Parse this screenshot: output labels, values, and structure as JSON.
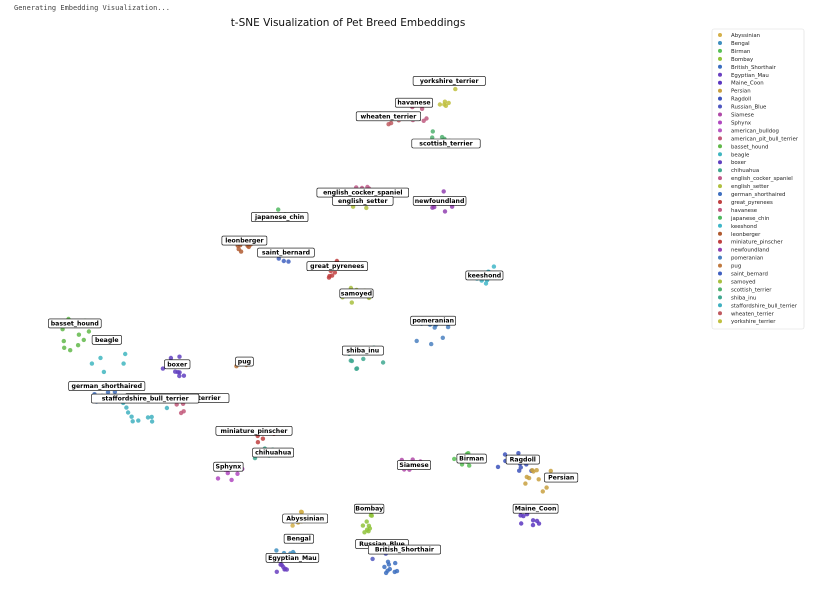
{
  "status_text": "Generating Embedding Visualization...",
  "chart_data": {
    "type": "scatter",
    "title": "t-SNE Visualization of Pet Breed Embeddings",
    "xlabel": "",
    "ylabel": "",
    "axes_visible": false,
    "legend_position": "top-right",
    "legend": [
      {
        "name": "Abyssinian",
        "color": "#d4b04a"
      },
      {
        "name": "Bengal",
        "color": "#3f8fbf"
      },
      {
        "name": "Birman",
        "color": "#58c055"
      },
      {
        "name": "Bombay",
        "color": "#8fc33a"
      },
      {
        "name": "British_Shorthair",
        "color": "#3c6fc0"
      },
      {
        "name": "Egyptian_Mau",
        "color": "#6a40c0"
      },
      {
        "name": "Maine_Coon",
        "color": "#5a36c0"
      },
      {
        "name": "Persian",
        "color": "#c8a040"
      },
      {
        "name": "Ragdoll",
        "color": "#3c52bb"
      },
      {
        "name": "Russian_Blue",
        "color": "#5058c0"
      },
      {
        "name": "Siamese",
        "color": "#b04aa8"
      },
      {
        "name": "Sphynx",
        "color": "#b048c0"
      },
      {
        "name": "american_bulldog",
        "color": "#b858c2"
      },
      {
        "name": "american_pit_bull_terrier",
        "color": "#c2587a"
      },
      {
        "name": "basset_hound",
        "color": "#62b84a"
      },
      {
        "name": "beagle",
        "color": "#40b6c0"
      },
      {
        "name": "boxer",
        "color": "#6040c0"
      },
      {
        "name": "chihuahua",
        "color": "#40a890"
      },
      {
        "name": "english_cocker_spaniel",
        "color": "#c05a8a"
      },
      {
        "name": "english_setter",
        "color": "#b0c040"
      },
      {
        "name": "german_shorthaired",
        "color": "#4070c0"
      },
      {
        "name": "great_pyrenees",
        "color": "#c04040"
      },
      {
        "name": "havanese",
        "color": "#c05a80"
      },
      {
        "name": "japanese_chin",
        "color": "#50b860"
      },
      {
        "name": "keeshond",
        "color": "#40b6c8"
      },
      {
        "name": "leonberger",
        "color": "#b05a30"
      },
      {
        "name": "miniature_pinscher",
        "color": "#c04040"
      },
      {
        "name": "newfoundland",
        "color": "#9040b0"
      },
      {
        "name": "pomeranian",
        "color": "#4a80c0"
      },
      {
        "name": "pug",
        "color": "#c07a40"
      },
      {
        "name": "saint_bernard",
        "color": "#4060c0"
      },
      {
        "name": "samoyed",
        "color": "#a8c040"
      },
      {
        "name": "scottish_terrier",
        "color": "#50b070"
      },
      {
        "name": "shiba_inu",
        "color": "#40a890"
      },
      {
        "name": "staffordshire_bull_terrier",
        "color": "#40b0c0"
      },
      {
        "name": "wheaten_terrier",
        "color": "#c05a60"
      },
      {
        "name": "yorkshire_terrier",
        "color": "#c0c040"
      }
    ],
    "clusters": [
      {
        "name": "yorkshire_terrier",
        "x": 0.655,
        "y": 0.895,
        "spread": 0.018,
        "n": 6
      },
      {
        "name": "havanese",
        "x": 0.6,
        "y": 0.865,
        "spread": 0.02,
        "n": 8
      },
      {
        "name": "wheaten_terrier",
        "x": 0.56,
        "y": 0.855,
        "spread": 0.02,
        "n": 6
      },
      {
        "name": "scottish_terrier",
        "x": 0.65,
        "y": 0.825,
        "spread": 0.02,
        "n": 6
      },
      {
        "name": "english_cocker_spaniel",
        "x": 0.53,
        "y": 0.72,
        "spread": 0.02,
        "n": 8
      },
      {
        "name": "english_setter",
        "x": 0.52,
        "y": 0.705,
        "spread": 0.02,
        "n": 5
      },
      {
        "name": "newfoundland",
        "x": 0.64,
        "y": 0.705,
        "spread": 0.025,
        "n": 7
      },
      {
        "name": "japanese_chin",
        "x": 0.39,
        "y": 0.68,
        "spread": 0.01,
        "n": 2
      },
      {
        "name": "leonberger",
        "x": 0.335,
        "y": 0.62,
        "spread": 0.01,
        "n": 10
      },
      {
        "name": "saint_bernard",
        "x": 0.4,
        "y": 0.605,
        "spread": 0.012,
        "n": 3
      },
      {
        "name": "great_pyrenees",
        "x": 0.48,
        "y": 0.58,
        "spread": 0.02,
        "n": 7
      },
      {
        "name": "samoyed",
        "x": 0.51,
        "y": 0.53,
        "spread": 0.02,
        "n": 7
      },
      {
        "name": "keeshond",
        "x": 0.71,
        "y": 0.57,
        "spread": 0.02,
        "n": 9
      },
      {
        "name": "pomeranian",
        "x": 0.63,
        "y": 0.46,
        "spread": 0.025,
        "n": 10
      },
      {
        "name": "shiba_inu",
        "x": 0.52,
        "y": 0.42,
        "spread": 0.03,
        "n": 10
      },
      {
        "name": "basset_hound",
        "x": 0.07,
        "y": 0.46,
        "spread": 0.03,
        "n": 11
      },
      {
        "name": "beagle",
        "x": 0.12,
        "y": 0.42,
        "spread": 0.03,
        "n": 7
      },
      {
        "name": "boxer",
        "x": 0.23,
        "y": 0.4,
        "spread": 0.02,
        "n": 9
      },
      {
        "name": "pug",
        "x": 0.335,
        "y": 0.4,
        "spread": 0.015,
        "n": 3
      },
      {
        "name": "german_shorthaired",
        "x": 0.12,
        "y": 0.35,
        "spread": 0.02,
        "n": 6
      },
      {
        "name": "staffordshire_bull_terrier",
        "x": 0.18,
        "y": 0.33,
        "spread": 0.035,
        "n": 14
      },
      {
        "name": "american_pit_bull_terrier",
        "x": 0.23,
        "y": 0.33,
        "spread": 0.02,
        "n": 6
      },
      {
        "name": "miniature_pinscher",
        "x": 0.36,
        "y": 0.28,
        "spread": 0.02,
        "n": 5
      },
      {
        "name": "chihuahua",
        "x": 0.36,
        "y": 0.245,
        "spread": 0.02,
        "n": 5
      },
      {
        "name": "Sphynx",
        "x": 0.31,
        "y": 0.21,
        "spread": 0.02,
        "n": 7
      },
      {
        "name": "Siamese",
        "x": 0.6,
        "y": 0.22,
        "spread": 0.02,
        "n": 8
      },
      {
        "name": "Birman",
        "x": 0.68,
        "y": 0.23,
        "spread": 0.015,
        "n": 8
      },
      {
        "name": "Ragdoll",
        "x": 0.76,
        "y": 0.22,
        "spread": 0.025,
        "n": 12
      },
      {
        "name": "Persian",
        "x": 0.8,
        "y": 0.195,
        "spread": 0.025,
        "n": 10
      },
      {
        "name": "Maine_Coon",
        "x": 0.78,
        "y": 0.12,
        "spread": 0.015,
        "n": 8
      },
      {
        "name": "Abyssinian",
        "x": 0.41,
        "y": 0.12,
        "spread": 0.02,
        "n": 7
      },
      {
        "name": "Bombay",
        "x": 0.53,
        "y": 0.115,
        "spread": 0.02,
        "n": 9
      },
      {
        "name": "Bengal",
        "x": 0.4,
        "y": 0.06,
        "spread": 0.015,
        "n": 6
      },
      {
        "name": "Egyptian_Mau",
        "x": 0.4,
        "y": 0.03,
        "spread": 0.015,
        "n": 7
      },
      {
        "name": "Russian_Blue",
        "x": 0.55,
        "y": 0.055,
        "spread": 0.015,
        "n": 5
      },
      {
        "name": "British_Shorthair",
        "x": 0.565,
        "y": 0.03,
        "spread": 0.015,
        "n": 9
      }
    ],
    "annotations": [
      {
        "text": "yorkshire_terrier",
        "x": 0.655,
        "y": 0.925
      },
      {
        "text": "havanese",
        "x": 0.6,
        "y": 0.885
      },
      {
        "text": "wheaten_terrier",
        "x": 0.56,
        "y": 0.86
      },
      {
        "text": "scottish_terrier",
        "x": 0.65,
        "y": 0.81
      },
      {
        "text": "english_cocker_spaniel",
        "x": 0.52,
        "y": 0.72
      },
      {
        "text": "english_setter",
        "x": 0.52,
        "y": 0.705
      },
      {
        "text": "newfoundland",
        "x": 0.64,
        "y": 0.705
      },
      {
        "text": "japanese_chin",
        "x": 0.39,
        "y": 0.675
      },
      {
        "text": "leonberger",
        "x": 0.335,
        "y": 0.632
      },
      {
        "text": "saint_bernard",
        "x": 0.4,
        "y": 0.61
      },
      {
        "text": "great_pyrenees",
        "x": 0.48,
        "y": 0.585
      },
      {
        "text": "samoyed",
        "x": 0.51,
        "y": 0.535
      },
      {
        "text": "keeshond",
        "x": 0.71,
        "y": 0.568
      },
      {
        "text": "pomeranian",
        "x": 0.63,
        "y": 0.485
      },
      {
        "text": "shiba_inu",
        "x": 0.52,
        "y": 0.43
      },
      {
        "text": "basset_hound",
        "x": 0.07,
        "y": 0.48
      },
      {
        "text": "beagle",
        "x": 0.12,
        "y": 0.45
      },
      {
        "text": "boxer",
        "x": 0.23,
        "y": 0.405
      },
      {
        "text": "pug",
        "x": 0.335,
        "y": 0.41
      },
      {
        "text": "german_shorthaired",
        "x": 0.12,
        "y": 0.365
      },
      {
        "text": "american_pit_bull_terrier",
        "x": 0.23,
        "y": 0.343
      },
      {
        "text": "staffordshire_bull_terrier",
        "x": 0.18,
        "y": 0.342
      },
      {
        "text": "miniature_pinscher",
        "x": 0.35,
        "y": 0.283
      },
      {
        "text": "chihuahua",
        "x": 0.38,
        "y": 0.243
      },
      {
        "text": "Sphynx",
        "x": 0.31,
        "y": 0.217
      },
      {
        "text": "Siamese",
        "x": 0.6,
        "y": 0.22
      },
      {
        "text": "Birman",
        "x": 0.69,
        "y": 0.232
      },
      {
        "text": "Ragdoll",
        "x": 0.77,
        "y": 0.23
      },
      {
        "text": "Persian",
        "x": 0.83,
        "y": 0.197
      },
      {
        "text": "Maine_Coon",
        "x": 0.79,
        "y": 0.14
      },
      {
        "text": "Abyssinian",
        "x": 0.43,
        "y": 0.122
      },
      {
        "text": "Bombay",
        "x": 0.53,
        "y": 0.14
      },
      {
        "text": "Bengal",
        "x": 0.42,
        "y": 0.085
      },
      {
        "text": "Russian_Blue",
        "x": 0.55,
        "y": 0.075
      },
      {
        "text": "British_Shorthair",
        "x": 0.585,
        "y": 0.065
      },
      {
        "text": "Egyptian_Mau",
        "x": 0.41,
        "y": 0.05
      }
    ]
  }
}
